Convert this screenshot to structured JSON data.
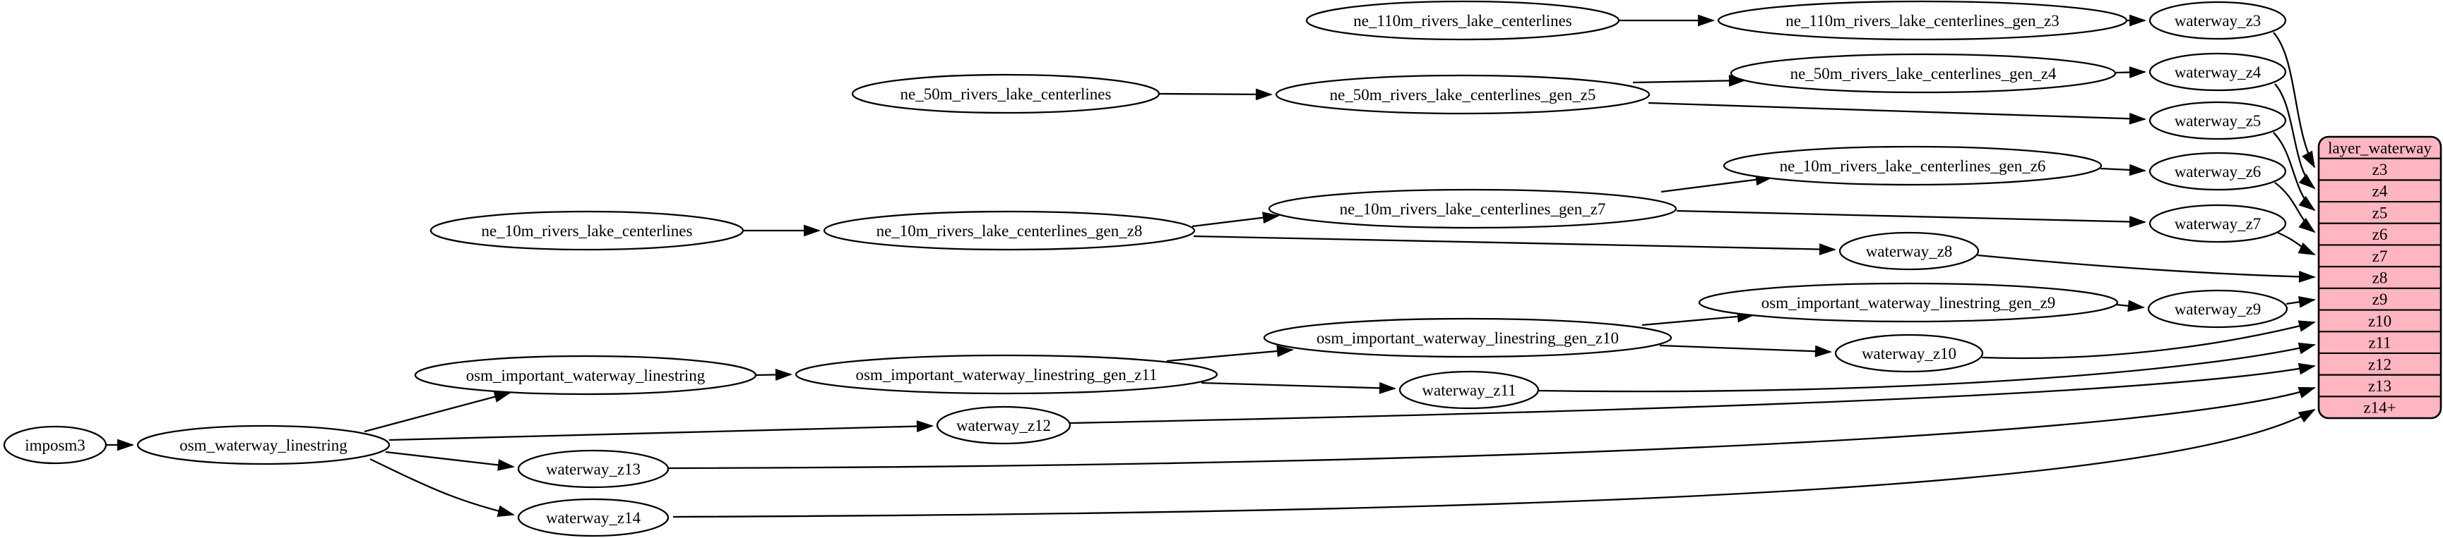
{
  "diagram": {
    "type": "etl-flow-graph",
    "background": "#ffffff",
    "edge_color": "#000000",
    "node_fill": "#ffffff",
    "node_stroke": "#000000",
    "nodes": [
      {
        "id": "imposm3",
        "label": "imposm3"
      },
      {
        "id": "osm_waterway_linestring",
        "label": "osm_waterway_linestring"
      },
      {
        "id": "osm_important_waterway_linestring",
        "label": "osm_important_waterway_linestring"
      },
      {
        "id": "osm_important_waterway_linestring_gen_z11",
        "label": "osm_important_waterway_linestring_gen_z11"
      },
      {
        "id": "osm_important_waterway_linestring_gen_z10",
        "label": "osm_important_waterway_linestring_gen_z10"
      },
      {
        "id": "osm_important_waterway_linestring_gen_z9",
        "label": "osm_important_waterway_linestring_gen_z9"
      },
      {
        "id": "ne_10m_rivers_lake_centerlines",
        "label": "ne_10m_rivers_lake_centerlines"
      },
      {
        "id": "ne_10m_rivers_lake_centerlines_gen_z8",
        "label": "ne_10m_rivers_lake_centerlines_gen_z8"
      },
      {
        "id": "ne_10m_rivers_lake_centerlines_gen_z7",
        "label": "ne_10m_rivers_lake_centerlines_gen_z7"
      },
      {
        "id": "ne_10m_rivers_lake_centerlines_gen_z6",
        "label": "ne_10m_rivers_lake_centerlines_gen_z6"
      },
      {
        "id": "ne_50m_rivers_lake_centerlines",
        "label": "ne_50m_rivers_lake_centerlines"
      },
      {
        "id": "ne_50m_rivers_lake_centerlines_gen_z5",
        "label": "ne_50m_rivers_lake_centerlines_gen_z5"
      },
      {
        "id": "ne_50m_rivers_lake_centerlines_gen_z4",
        "label": "ne_50m_rivers_lake_centerlines_gen_z4"
      },
      {
        "id": "ne_110m_rivers_lake_centerlines",
        "label": "ne_110m_rivers_lake_centerlines"
      },
      {
        "id": "ne_110m_rivers_lake_centerlines_gen_z3",
        "label": "ne_110m_rivers_lake_centerlines_gen_z3"
      },
      {
        "id": "waterway_z3",
        "label": "waterway_z3"
      },
      {
        "id": "waterway_z4",
        "label": "waterway_z4"
      },
      {
        "id": "waterway_z5",
        "label": "waterway_z5"
      },
      {
        "id": "waterway_z6",
        "label": "waterway_z6"
      },
      {
        "id": "waterway_z7",
        "label": "waterway_z7"
      },
      {
        "id": "waterway_z8",
        "label": "waterway_z8"
      },
      {
        "id": "waterway_z9",
        "label": "waterway_z9"
      },
      {
        "id": "waterway_z10",
        "label": "waterway_z10"
      },
      {
        "id": "waterway_z11",
        "label": "waterway_z11"
      },
      {
        "id": "waterway_z12",
        "label": "waterway_z12"
      },
      {
        "id": "waterway_z13",
        "label": "waterway_z13"
      },
      {
        "id": "waterway_z14",
        "label": "waterway_z14"
      }
    ],
    "record": {
      "id": "layer_waterway",
      "title": "layer_waterway",
      "rows": [
        "z3",
        "z4",
        "z5",
        "z6",
        "z7",
        "z8",
        "z9",
        "z10",
        "z11",
        "z12",
        "z13",
        "z14+"
      ],
      "fill": "#ffb6c1",
      "stroke": "#000000"
    },
    "edges": [
      {
        "from": "imposm3",
        "to": "osm_waterway_linestring"
      },
      {
        "from": "osm_waterway_linestring",
        "to": "osm_important_waterway_linestring"
      },
      {
        "from": "osm_waterway_linestring",
        "to": "waterway_z12"
      },
      {
        "from": "osm_waterway_linestring",
        "to": "waterway_z13"
      },
      {
        "from": "osm_waterway_linestring",
        "to": "waterway_z14"
      },
      {
        "from": "osm_important_waterway_linestring",
        "to": "osm_important_waterway_linestring_gen_z11"
      },
      {
        "from": "osm_important_waterway_linestring_gen_z11",
        "to": "osm_important_waterway_linestring_gen_z10"
      },
      {
        "from": "osm_important_waterway_linestring_gen_z11",
        "to": "waterway_z11"
      },
      {
        "from": "osm_important_waterway_linestring_gen_z10",
        "to": "osm_important_waterway_linestring_gen_z9"
      },
      {
        "from": "osm_important_waterway_linestring_gen_z10",
        "to": "waterway_z10"
      },
      {
        "from": "osm_important_waterway_linestring_gen_z9",
        "to": "waterway_z9"
      },
      {
        "from": "ne_10m_rivers_lake_centerlines",
        "to": "ne_10m_rivers_lake_centerlines_gen_z8"
      },
      {
        "from": "ne_10m_rivers_lake_centerlines_gen_z8",
        "to": "ne_10m_rivers_lake_centerlines_gen_z7"
      },
      {
        "from": "ne_10m_rivers_lake_centerlines_gen_z8",
        "to": "waterway_z8"
      },
      {
        "from": "ne_10m_rivers_lake_centerlines_gen_z7",
        "to": "ne_10m_rivers_lake_centerlines_gen_z6"
      },
      {
        "from": "ne_10m_rivers_lake_centerlines_gen_z7",
        "to": "waterway_z7"
      },
      {
        "from": "ne_10m_rivers_lake_centerlines_gen_z6",
        "to": "waterway_z6"
      },
      {
        "from": "ne_50m_rivers_lake_centerlines",
        "to": "ne_50m_rivers_lake_centerlines_gen_z5"
      },
      {
        "from": "ne_50m_rivers_lake_centerlines_gen_z5",
        "to": "ne_50m_rivers_lake_centerlines_gen_z4"
      },
      {
        "from": "ne_50m_rivers_lake_centerlines_gen_z5",
        "to": "waterway_z5"
      },
      {
        "from": "ne_50m_rivers_lake_centerlines_gen_z4",
        "to": "waterway_z4"
      },
      {
        "from": "ne_110m_rivers_lake_centerlines",
        "to": "ne_110m_rivers_lake_centerlines_gen_z3"
      },
      {
        "from": "ne_110m_rivers_lake_centerlines_gen_z3",
        "to": "waterway_z3"
      },
      {
        "from": "waterway_z3",
        "to": "layer_waterway:z3"
      },
      {
        "from": "waterway_z4",
        "to": "layer_waterway:z4"
      },
      {
        "from": "waterway_z5",
        "to": "layer_waterway:z5"
      },
      {
        "from": "waterway_z6",
        "to": "layer_waterway:z6"
      },
      {
        "from": "waterway_z7",
        "to": "layer_waterway:z7"
      },
      {
        "from": "waterway_z8",
        "to": "layer_waterway:z8"
      },
      {
        "from": "waterway_z9",
        "to": "layer_waterway:z9"
      },
      {
        "from": "waterway_z10",
        "to": "layer_waterway:z10"
      },
      {
        "from": "waterway_z11",
        "to": "layer_waterway:z11"
      },
      {
        "from": "waterway_z12",
        "to": "layer_waterway:z12"
      },
      {
        "from": "waterway_z13",
        "to": "layer_waterway:z13"
      },
      {
        "from": "waterway_z14",
        "to": "layer_waterway:z14+"
      }
    ]
  }
}
